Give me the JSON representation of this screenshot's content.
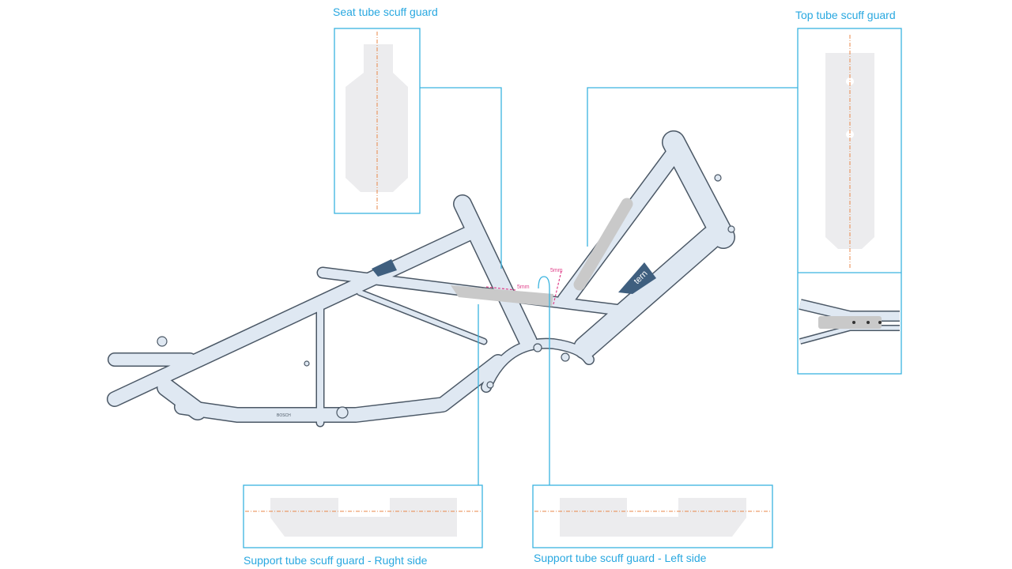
{
  "labels": {
    "seat_tube": "Seat tube scuff guard",
    "top_tube": "Top tube scuff guard",
    "support_right": "Support tube scuff guard - Rught side",
    "support_left": "Support tube scuff guard - Left side"
  },
  "annotations": {
    "gap_a": "5mm",
    "gap_b": "5mm",
    "brand": "tern",
    "motor": "BOSCH"
  },
  "colors": {
    "callout": "#3ab4e0",
    "frame_fill": "#dfe8f2",
    "frame_stroke": "#4b5866",
    "guard": "#cfcfcf",
    "centerline": "#e8874a",
    "dimension": "#e0408a",
    "brand_badge": "#3f5f7f"
  }
}
